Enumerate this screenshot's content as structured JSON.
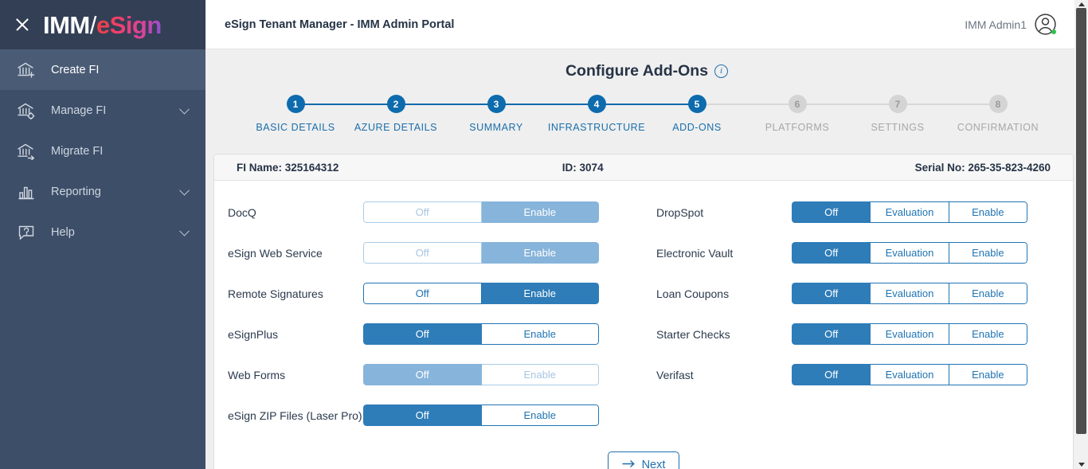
{
  "sidebar": {
    "logo": {
      "part1": "IMM",
      "slash": "/",
      "part2": "eSign"
    },
    "close_label": "close-menu",
    "items": [
      {
        "label": "Create FI",
        "icon": "bank-plus-icon",
        "active": true,
        "chevron": false
      },
      {
        "label": "Manage FI",
        "icon": "bank-gear-icon",
        "active": false,
        "chevron": true
      },
      {
        "label": "Migrate FI",
        "icon": "bank-arrow-icon",
        "active": false,
        "chevron": false
      },
      {
        "label": "Reporting",
        "icon": "bar-chart-icon",
        "active": false,
        "chevron": true
      },
      {
        "label": "Help",
        "icon": "question-chat-icon",
        "active": false,
        "chevron": true
      }
    ]
  },
  "topbar": {
    "title": "eSign Tenant Manager - IMM Admin Portal",
    "user": "IMM Admin1",
    "avatar_icon": "user-avatar-icon",
    "status_dot_color": "#2ec24d"
  },
  "page": {
    "title": "Configure Add-Ons",
    "info_icon": "info-icon",
    "info_glyph": "i"
  },
  "stepper": {
    "steps": [
      {
        "num": "1",
        "label": "BASIC DETAILS",
        "state": "done"
      },
      {
        "num": "2",
        "label": "AZURE DETAILS",
        "state": "done"
      },
      {
        "num": "3",
        "label": "SUMMARY",
        "state": "done"
      },
      {
        "num": "4",
        "label": "INFRASTRUCTURE",
        "state": "done"
      },
      {
        "num": "5",
        "label": "ADD-ONS",
        "state": "done"
      },
      {
        "num": "6",
        "label": "PLATFORMS",
        "state": "todo"
      },
      {
        "num": "7",
        "label": "SETTINGS",
        "state": "todo"
      },
      {
        "num": "8",
        "label": "CONFIRMATION",
        "state": "todo"
      }
    ]
  },
  "fi_header": {
    "fi_name": "FI Name: 325164312",
    "id": "ID: 3074",
    "serial": "Serial No: 265-35-823-4260"
  },
  "addons": {
    "left": [
      {
        "name": "DocQ",
        "options": [
          "Off",
          "Enable"
        ],
        "selected": "Enable",
        "disabled": true
      },
      {
        "name": "eSign Web Service",
        "options": [
          "Off",
          "Enable"
        ],
        "selected": "Enable",
        "disabled": true
      },
      {
        "name": "Remote Signatures",
        "options": [
          "Off",
          "Enable"
        ],
        "selected": "Enable",
        "disabled": false
      },
      {
        "name": "eSignPlus",
        "options": [
          "Off",
          "Enable"
        ],
        "selected": "Off",
        "disabled": false
      },
      {
        "name": "Web Forms",
        "options": [
          "Off",
          "Enable"
        ],
        "selected": "Off",
        "disabled": true
      },
      {
        "name": "eSign ZIP Files (Laser Pro)",
        "options": [
          "Off",
          "Enable"
        ],
        "selected": "Off",
        "disabled": false
      }
    ],
    "right": [
      {
        "name": "DropSpot",
        "options": [
          "Off",
          "Evaluation",
          "Enable"
        ],
        "selected": "Off",
        "disabled": false
      },
      {
        "name": "Electronic Vault",
        "options": [
          "Off",
          "Evaluation",
          "Enable"
        ],
        "selected": "Off",
        "disabled": false
      },
      {
        "name": "Loan Coupons",
        "options": [
          "Off",
          "Evaluation",
          "Enable"
        ],
        "selected": "Off",
        "disabled": false
      },
      {
        "name": "Starter Checks",
        "options": [
          "Off",
          "Evaluation",
          "Enable"
        ],
        "selected": "Off",
        "disabled": false
      },
      {
        "name": "Verifast",
        "options": [
          "Off",
          "Evaluation",
          "Enable"
        ],
        "selected": "Off",
        "disabled": false
      }
    ]
  },
  "footer": {
    "next_label": "Next",
    "next_icon": "arrow-right-icon"
  },
  "colors": {
    "sidebar_bg": "#3d4e68",
    "sidebar_logo_bg": "#333f55",
    "sidebar_active": "#4a5b75",
    "accent_blue": "#0d6bae",
    "toggle_active": "#2e7cb8",
    "toggle_disabled": "#87b4da",
    "page_bg": "#efefef",
    "status_green": "#2ec24d"
  }
}
